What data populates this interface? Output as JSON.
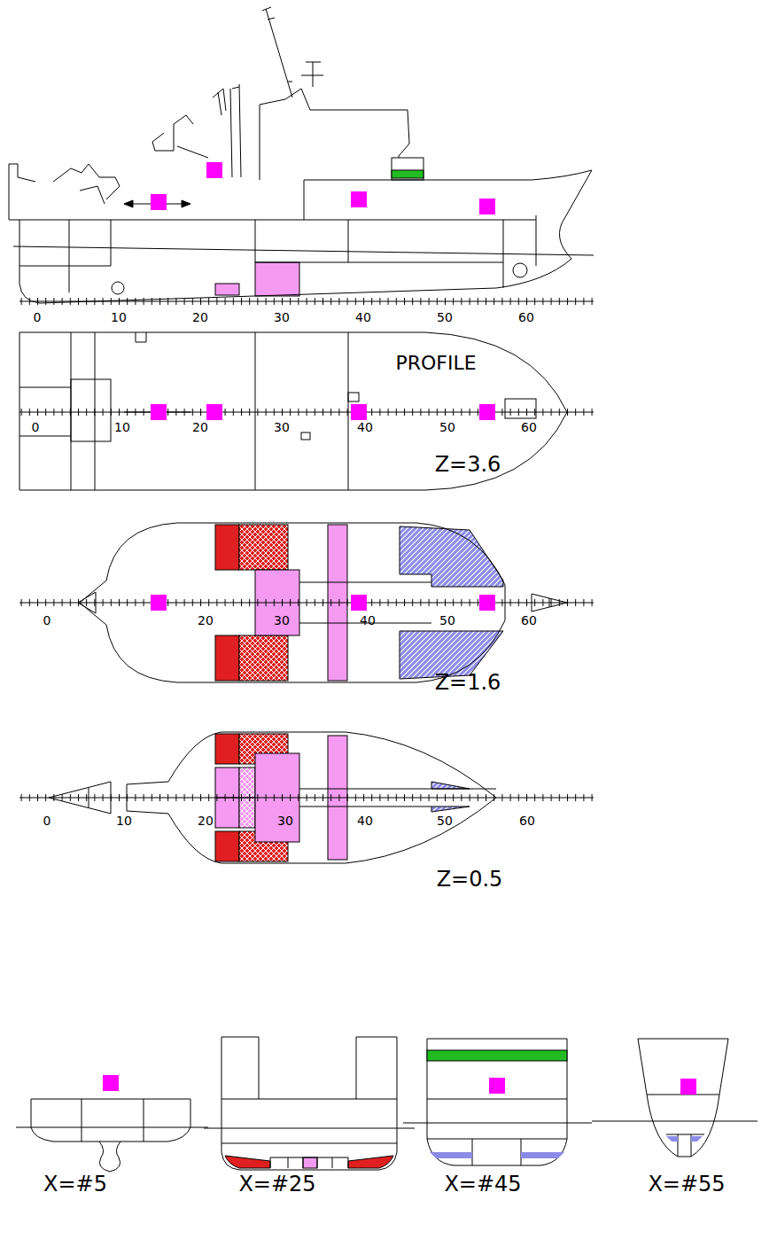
{
  "diagram": {
    "labels": [
      "0",
      "10",
      "20",
      "30",
      "40",
      "50",
      "60",
      "PROFILE",
      "0",
      "10",
      "20",
      "30",
      "40",
      "50",
      "60",
      "Z=3.6",
      "0",
      "20",
      "30",
      "40",
      "50",
      "60",
      "Z=1.6",
      "0",
      "10",
      "20",
      "30",
      "40",
      "50",
      "60",
      "Z=0.5",
      "X=#5",
      "X=#25",
      "X=#45",
      "X=#55"
    ]
  }
}
